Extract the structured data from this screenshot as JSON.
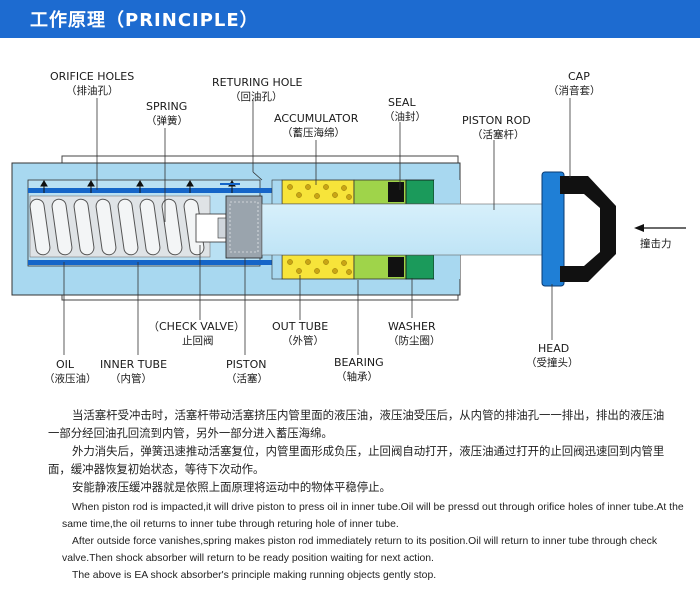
{
  "header": {
    "title": "工作原理（PRINCIPLE）"
  },
  "labels": {
    "orifice_holes": {
      "en": "ORIFICE HOLES",
      "zh": "（排油孔）"
    },
    "spring": {
      "en": "SPRING",
      "zh": "（弹簧）"
    },
    "returing_hole": {
      "en": "RETURING HOLE",
      "zh": "（回油孔）"
    },
    "accumulator": {
      "en": "ACCUMULATOR",
      "zh": "（蓄压海绵）"
    },
    "seal": {
      "en": "SEAL",
      "zh": "（油封）"
    },
    "piston_rod": {
      "en": "PISTON ROD",
      "zh": "（活塞杆）"
    },
    "cap": {
      "en": "CAP",
      "zh": "（消音套）"
    },
    "impact_force": {
      "zh": "撞击力"
    },
    "check_valve": {
      "en": "（CHECK VALVE）",
      "zh": "止回阀"
    },
    "out_tube": {
      "en": "OUT TUBE",
      "zh": "（外管）"
    },
    "washer": {
      "en": "WASHER",
      "zh": "（防尘圈）"
    },
    "head": {
      "en": "HEAD",
      "zh": "（受撞头）"
    },
    "oil": {
      "en": "OIL",
      "zh": "（液压油）"
    },
    "inner_tube": {
      "en": "INNER TUBE",
      "zh": "（内管）"
    },
    "piston": {
      "en": "PISTON",
      "zh": "（活塞）"
    },
    "bearing": {
      "en": "BEARING",
      "zh": "（轴承）"
    }
  },
  "description_cn": [
    "当活塞杆受冲击时，活塞杆带动活塞挤压内管里面的液压油，液压油受压后，从内管的排油孔一一排出，排出的液压油一部分经回油孔回流到内管，另外一部分进入蓄压海绵。",
    "外力消失后，弹簧迅速推动活塞复位，内管里面形成负压，止回阀自动打开，液压油通过打开的止回阀迅速回到内管里面，缓冲器恢复初始状态，等待下次动作。",
    "安能静液压缓冲器就是依照上面原理将运动中的物体平稳停止。"
  ],
  "description_en": [
    "When piston rod is impacted,it will drive piston to press oil in inner tube.Oil will be pressd out through orifice holes of inner tube.At the same time,the oil returns to inner tube through returing hole of inner tube.",
    "After outside force vanishes,spring makes piston rod immediately return to its position.Oil will return to inner tube through check valve.Then shock absorber will return to be ready position waiting for next action.",
    "The above is EA shock absorber's principle making running objects gently stop."
  ],
  "colors": {
    "header_blue": "#1d6bd0",
    "outer_body": "#a8d8f0",
    "oil_blue": "#1565c8",
    "inner_gray": "#dfe3e6",
    "accumulator_yellow": "#f7e43a",
    "seal_green": "#9fd44a",
    "head_blue": "#1f7fd6",
    "cap_black": "#111111"
  }
}
